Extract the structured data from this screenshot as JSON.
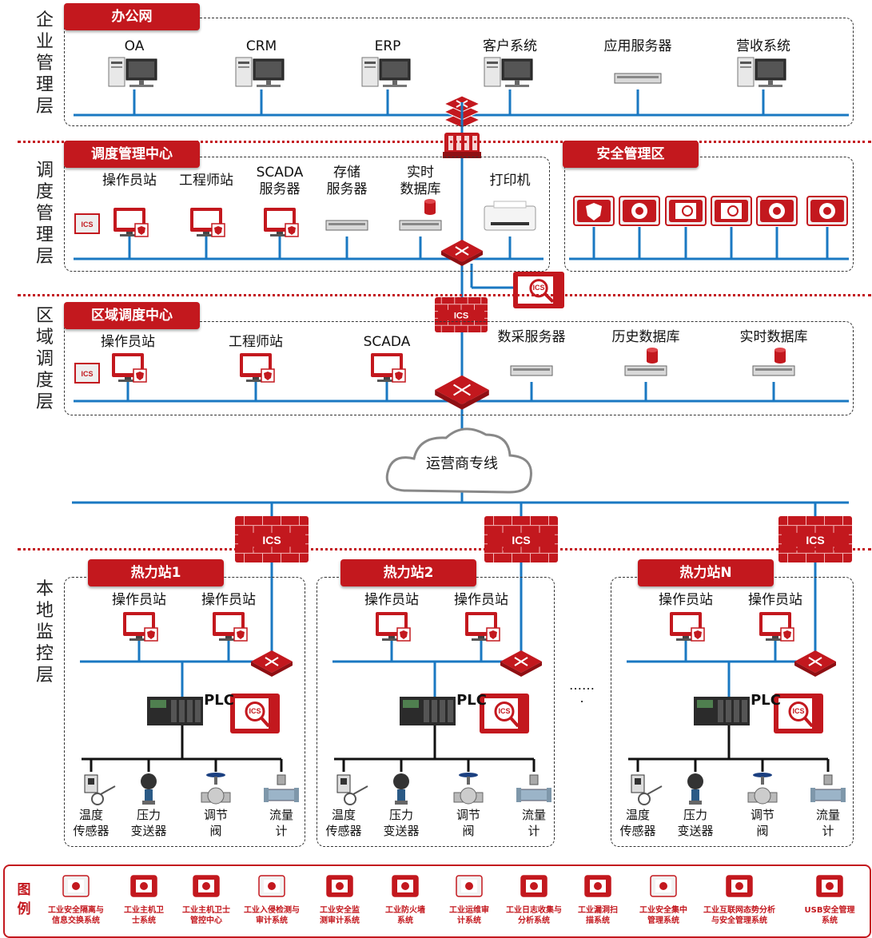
{
  "layers": {
    "enterprise": "企\n业\n管\n理\n层",
    "dispatch": "调\n度\n管\n理\n层",
    "regional": "区\n域\n调\n度\n层",
    "local": "本\n地\n监\n控\n层"
  },
  "zones": {
    "office": "办公网",
    "dispatch_center": "调度管理中心",
    "security_area": "安全管理区",
    "regional_center": "区域调度中心",
    "station1": "热力站1",
    "station2": "热力站2",
    "stationN": "热力站N"
  },
  "office_devices": [
    "OA",
    "CRM",
    "ERP",
    "客户系统",
    "应用服务器",
    "营收系统"
  ],
  "dispatch_devices": [
    "操作员站",
    "工程师站",
    "SCADA\n服务器",
    "存储\n服务器",
    "实时\n数据库",
    "打印机"
  ],
  "regional_devices": [
    "操作员站",
    "工程师站",
    "SCADA",
    "数采服务器",
    "历史数据库",
    "实时数据库"
  ],
  "cloud": "运营商专线",
  "ics_label": "ICS",
  "station": {
    "operator": "操作员站",
    "plc": "PLC",
    "sensors": [
      "温度\n传感器",
      "压力\n变送器",
      "调节\n阀",
      "流量\n计"
    ]
  },
  "ellipsis": "……\n.",
  "legend": {
    "title": "图\n例",
    "items": [
      "工业安全隔离与\n信息交换系统",
      "工业主机卫\n士系统",
      "工业主机卫士\n管控中心",
      "工业入侵检测与\n审计系统",
      "工业安全监\n测审计系统",
      "工业防火墙\n系统",
      "工业运维审\n计系统",
      "工业日志收集与\n分析系统",
      "工业漏洞扫\n描系统",
      "工业安全集中\n管理系统",
      "工业互联网态势分析\n与安全管理系统",
      "USB安全管理\n系统"
    ]
  },
  "colors": {
    "red": "#c3181e",
    "blue": "#1a78c2",
    "dark": "#222222"
  }
}
